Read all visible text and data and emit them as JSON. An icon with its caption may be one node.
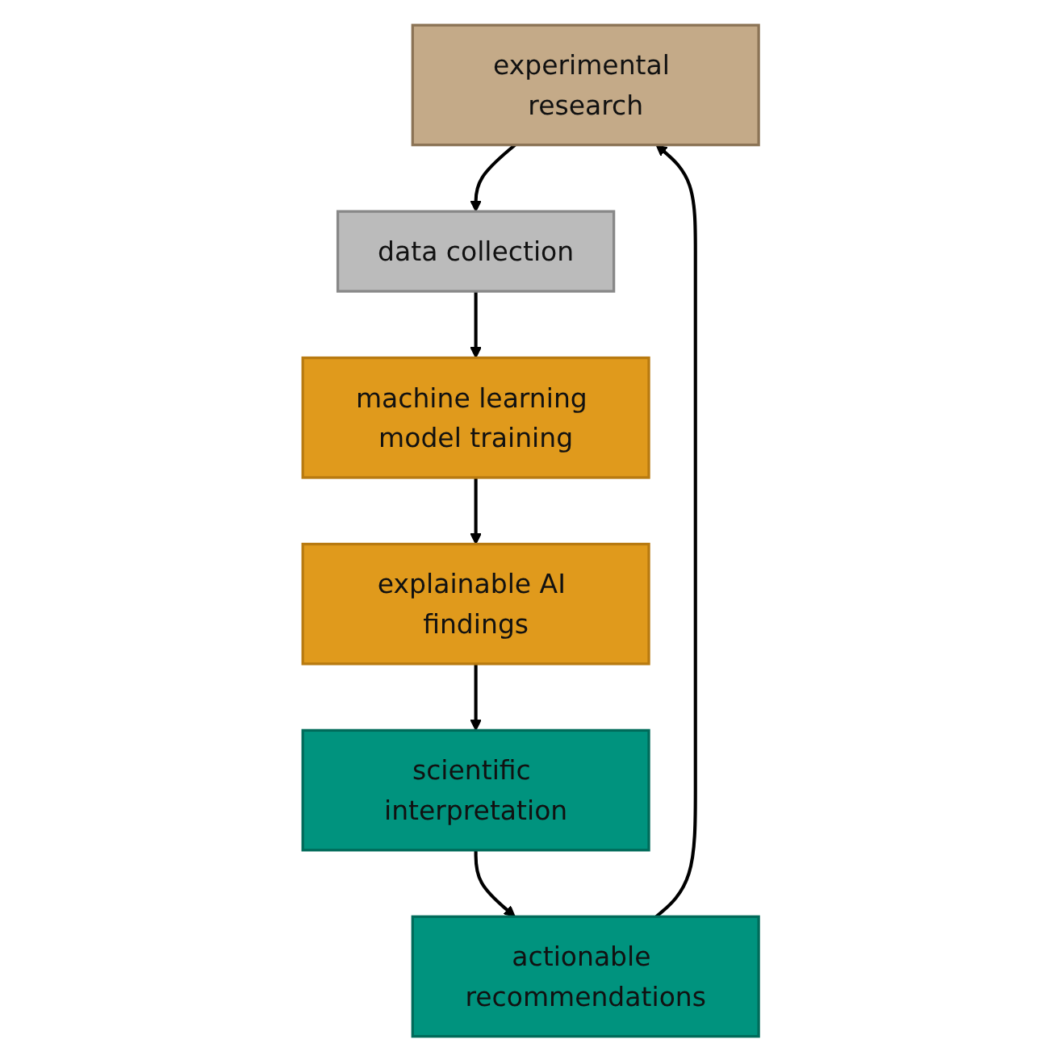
{
  "diagram": {
    "nodes": [
      {
        "text": [
          "experimental research"
        ]
      },
      {
        "text": [
          "data collection"
        ]
      },
      {
        "text": [
          "machine learning model training"
        ]
      },
      {
        "text": [
          "explainable AI findings"
        ]
      },
      {
        "text": [
          "scientific interpretation"
        ]
      },
      {
        "text": [
          "actionable recommendations"
        ]
      }
    ],
    "edges": [
      {
        "from": 0,
        "to": 1,
        "arrow": "to"
      },
      {
        "from": 1,
        "to": 2,
        "arrow": "to"
      },
      {
        "from": 2,
        "to": 3,
        "arrow": "to"
      },
      {
        "from": 3,
        "to": 4,
        "arrow": "to"
      },
      {
        "from": 4,
        "to": 5,
        "arrow": "to"
      },
      {
        "from": 5,
        "to": 0,
        "arrow": "to"
      }
    ]
  }
}
